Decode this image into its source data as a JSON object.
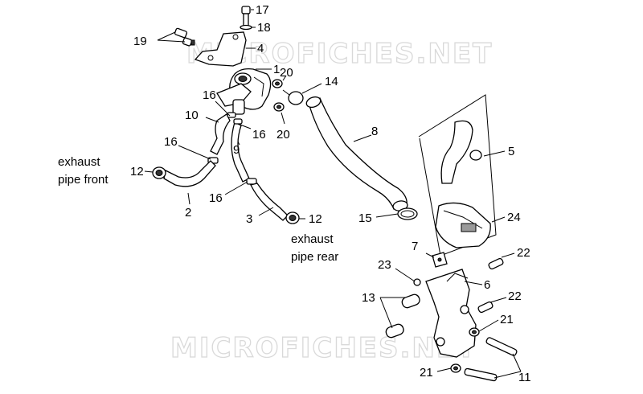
{
  "watermark": "MICROFICHES.NET",
  "callouts": {
    "c1": "1",
    "c2": "2",
    "c3": "3",
    "c4": "4",
    "c5": "5",
    "c6": "6",
    "c7": "7",
    "c8": "8",
    "c9": "9",
    "c10": "10",
    "c11": "11",
    "c12a": "12",
    "c12b": "12",
    "c13": "13",
    "c14": "14",
    "c15": "15",
    "c16a": "16",
    "c16b": "16",
    "c16c": "16",
    "c16d": "16",
    "c17": "17",
    "c18": "18",
    "c19": "19",
    "c20a": "20",
    "c20b": "20",
    "c21a": "21",
    "c21b": "21",
    "c22a": "22",
    "c22b": "22",
    "c23": "23",
    "c24": "24"
  },
  "annotations": {
    "front_line1": "exhaust",
    "front_line2": "pipe front",
    "rear_line1": "exhaust",
    "rear_line2": "pipe rear"
  }
}
